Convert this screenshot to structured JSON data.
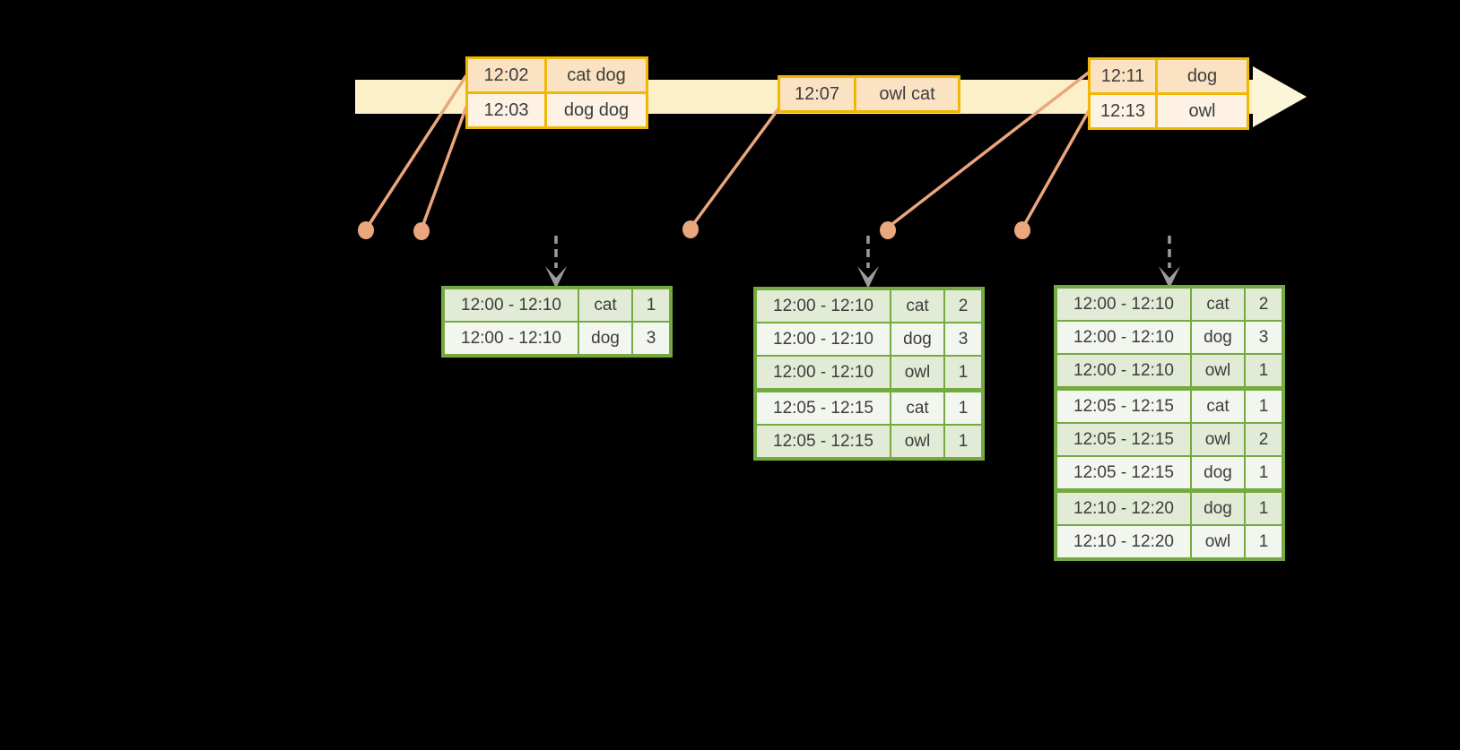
{
  "colors": {
    "background": "#000000",
    "timeline_band": "#fbf0c8",
    "timeline_arrowhead": "#fcf5d8",
    "event_border": "#f2b705",
    "event_row_dark": "#fbe2c2",
    "event_row_light": "#fdf2e3",
    "connector": "#eaa67c",
    "result_border": "#74aa40",
    "result_row_dark": "#e1ebd6",
    "result_row_light": "#f2f6ee",
    "trigger_arrow": "#9c9c9c",
    "text": "#3d3d3d"
  },
  "timeline": {
    "event_tables": [
      {
        "rows": [
          {
            "time": "12:02",
            "words": "cat dog"
          },
          {
            "time": "12:03",
            "words": "dog dog"
          }
        ]
      },
      {
        "rows": [
          {
            "time": "12:07",
            "words": "owl cat"
          }
        ]
      },
      {
        "rows": [
          {
            "time": "12:11",
            "words": "dog"
          },
          {
            "time": "12:13",
            "words": "owl"
          }
        ]
      }
    ]
  },
  "result_tables": [
    {
      "group_starts": [],
      "rows": [
        {
          "window": "12:00 - 12:10",
          "word": "cat",
          "count": "1"
        },
        {
          "window": "12:00 - 12:10",
          "word": "dog",
          "count": "3"
        }
      ]
    },
    {
      "group_starts": [
        3
      ],
      "rows": [
        {
          "window": "12:00 - 12:10",
          "word": "cat",
          "count": "2"
        },
        {
          "window": "12:00 - 12:10",
          "word": "dog",
          "count": "3"
        },
        {
          "window": "12:00 - 12:10",
          "word": "owl",
          "count": "1"
        },
        {
          "window": "12:05 - 12:15",
          "word": "cat",
          "count": "1"
        },
        {
          "window": "12:05 - 12:15",
          "word": "owl",
          "count": "1"
        }
      ]
    },
    {
      "group_starts": [
        3,
        6
      ],
      "rows": [
        {
          "window": "12:00 - 12:10",
          "word": "cat",
          "count": "2"
        },
        {
          "window": "12:00 - 12:10",
          "word": "dog",
          "count": "3"
        },
        {
          "window": "12:00 - 12:10",
          "word": "owl",
          "count": "1"
        },
        {
          "window": "12:05 - 12:15",
          "word": "cat",
          "count": "1"
        },
        {
          "window": "12:05 - 12:15",
          "word": "owl",
          "count": "2"
        },
        {
          "window": "12:05 - 12:15",
          "word": "dog",
          "count": "1"
        },
        {
          "window": "12:10 - 12:20",
          "word": "dog",
          "count": "1"
        },
        {
          "window": "12:10 - 12:20",
          "word": "owl",
          "count": "1"
        }
      ]
    }
  ]
}
